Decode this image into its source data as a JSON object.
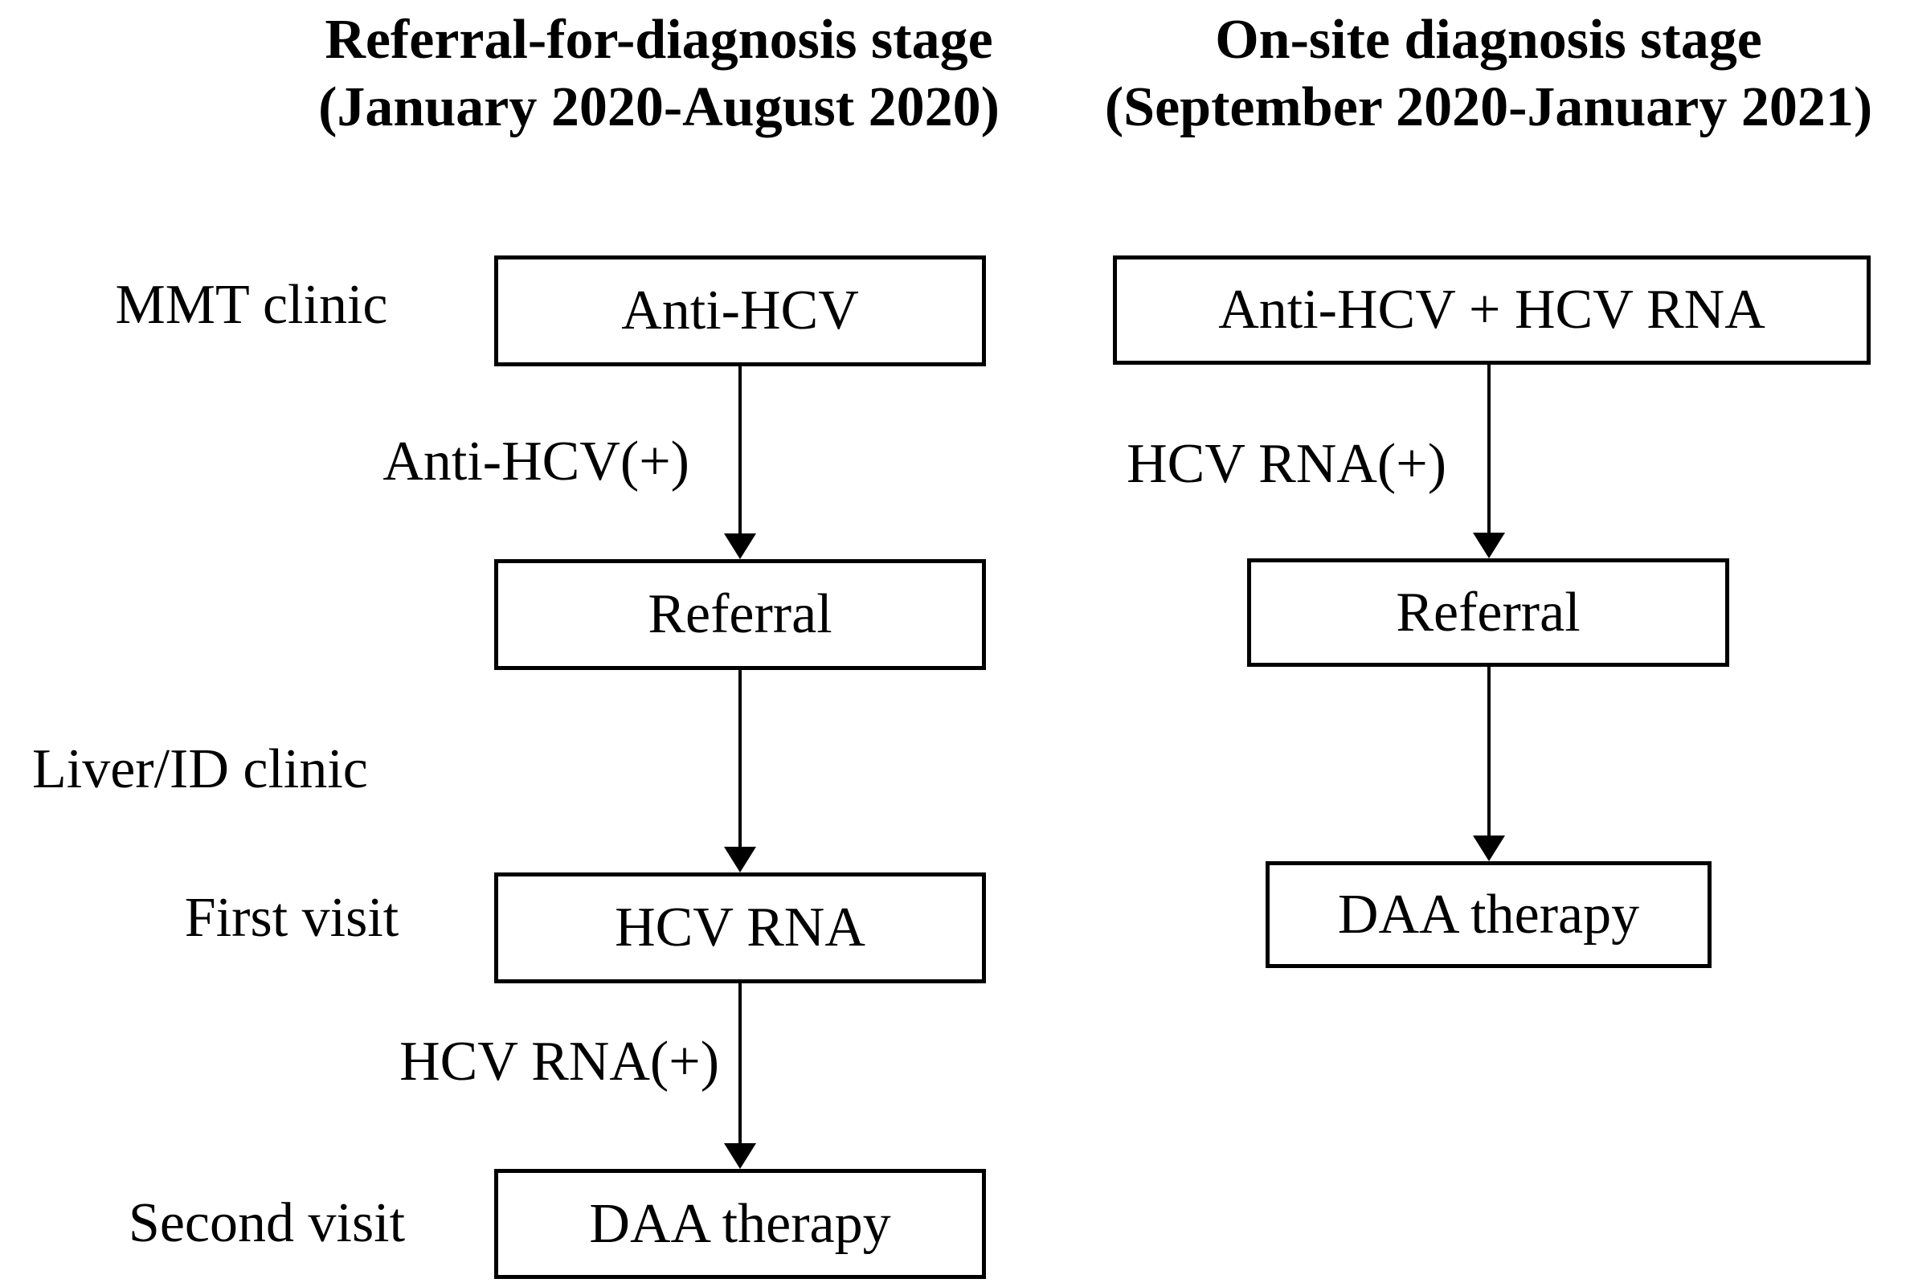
{
  "theme": {
    "ink": "#000000",
    "paper": "#ffffff",
    "box_fill": "#ffffff",
    "box_border": "#000000"
  },
  "columns": {
    "left": {
      "header_line1": "Referral-for-diagnosis stage",
      "header_line2": "(January 2020-August 2020)",
      "boxes": {
        "screening": "Anti-HCV",
        "referral": "Referral",
        "confirmation": "HCV RNA",
        "treatment": "DAA therapy"
      },
      "arrow_labels": {
        "to_referral": "Anti-HCV(+)",
        "to_treatment": "HCV RNA(+)"
      }
    },
    "right": {
      "header_line1": "On-site diagnosis stage",
      "header_line2": "(September 2020-January 2021)",
      "boxes": {
        "screening": "Anti-HCV + HCV RNA",
        "referral": "Referral",
        "treatment": "DAA therapy"
      },
      "arrow_labels": {
        "to_referral": "HCV RNA(+)"
      }
    }
  },
  "row_labels": {
    "mmt_clinic": "MMT clinic",
    "liver_id_clinic": "Liver/ID clinic",
    "first_visit": "First visit",
    "second_visit": "Second visit"
  }
}
